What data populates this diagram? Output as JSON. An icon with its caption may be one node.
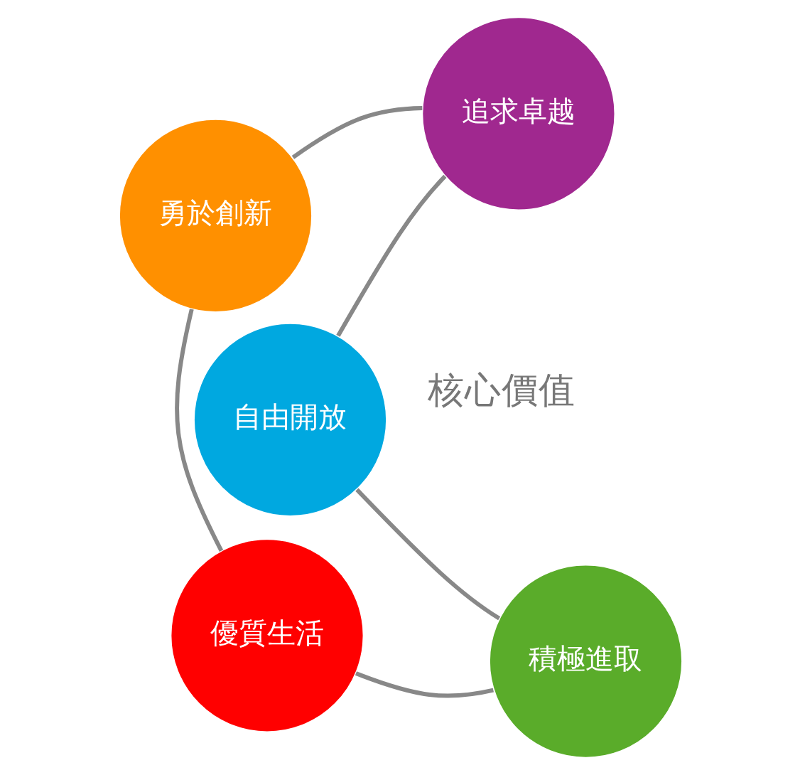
{
  "diagram": {
    "nodes": [
      {
        "text": [
          "自由開放"
        ]
      },
      {
        "text": [
          "積極進取"
        ]
      },
      {
        "text": [
          "優質生活"
        ]
      },
      {
        "text": [
          "勇於創新"
        ]
      },
      {
        "text": [
          "追求卓越"
        ]
      }
    ],
    "edges": [
      {
        "from": 0,
        "to": 1,
        "arrow": "none"
      },
      {
        "from": 1,
        "to": 2,
        "arrow": "none"
      },
      {
        "from": 2,
        "to": 3,
        "arrow": "none"
      },
      {
        "from": 3,
        "to": 4,
        "arrow": "none"
      },
      {
        "from": 4,
        "to": 0,
        "arrow": "none"
      }
    ],
    "labels": [
      "核心價值"
    ]
  }
}
